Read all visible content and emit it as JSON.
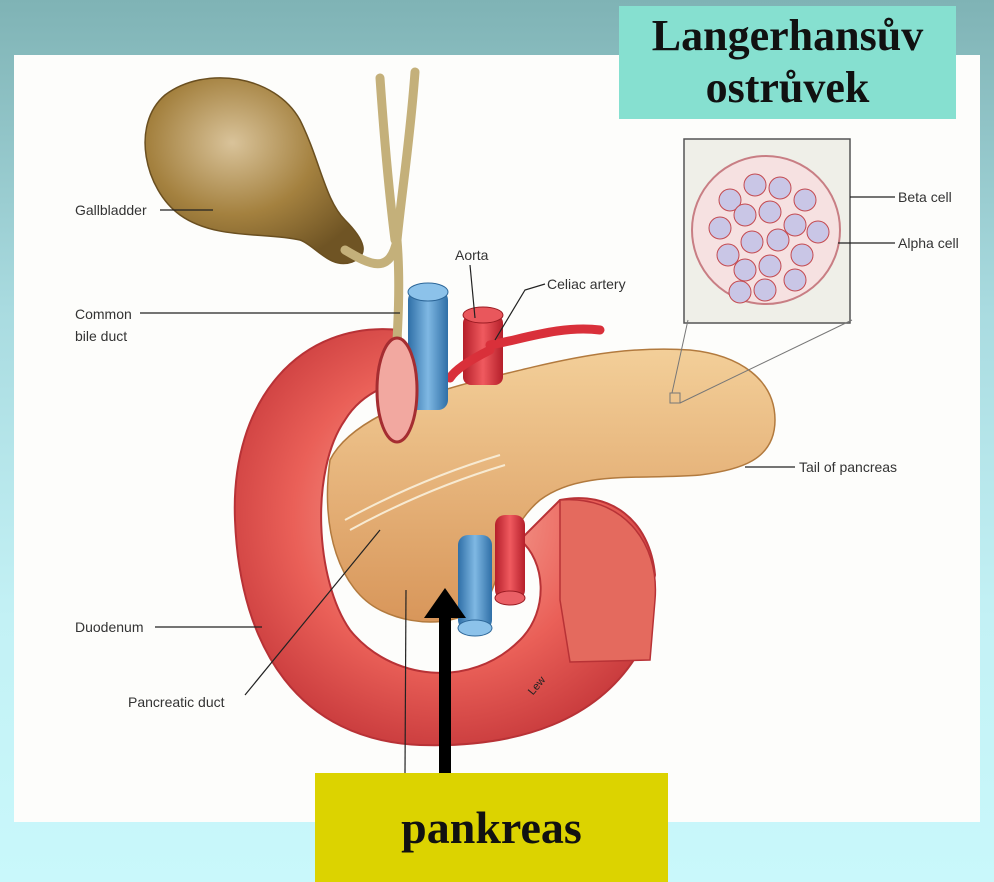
{
  "title": {
    "line1": "Langerhansův",
    "line2": "ostrůvek"
  },
  "callout": "pankreas",
  "labels": {
    "gallbladder": "Gallbladder",
    "common_bile_duct_1": "Common",
    "common_bile_duct_2": "bile duct",
    "aorta": "Aorta",
    "celiac_artery": "Celiac artery",
    "beta_cell": "Beta cell",
    "alpha_cell": "Alpha cell",
    "tail_of_pancreas": "Tail of pancreas",
    "duodenum": "Duodenum",
    "pancreatic_duct": "Pancreatic duct"
  },
  "signature": "Lew",
  "colors": {
    "title_bg": "#86e0d0",
    "callout_bg": "#dcd300",
    "duodenum": "#e8544f",
    "pancreas": "#e0a760",
    "gallbladder": "#9c7a3c",
    "aorta": "#d9303a",
    "vein": "#4b8fc4"
  }
}
